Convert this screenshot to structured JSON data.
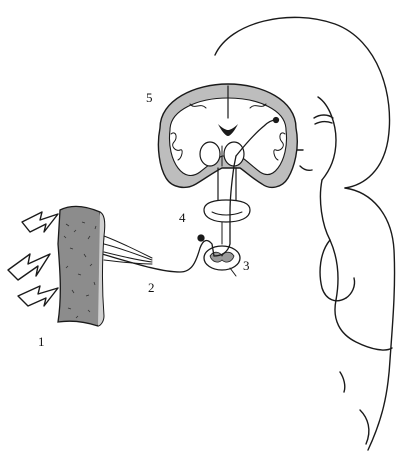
{
  "labels": {
    "skin": "1",
    "nerve": "2",
    "spinal_cord": "3",
    "brainstem": "4",
    "cortex": "5"
  },
  "colors": {
    "ink": "#1a1a1a",
    "skin_fill": "#8c8c8c",
    "cortex_fill": "#bdbdbd",
    "background": "#ffffff"
  },
  "icons": [
    "lightning-bolt-icon",
    "lightning-bolt-icon",
    "lightning-bolt-icon"
  ]
}
